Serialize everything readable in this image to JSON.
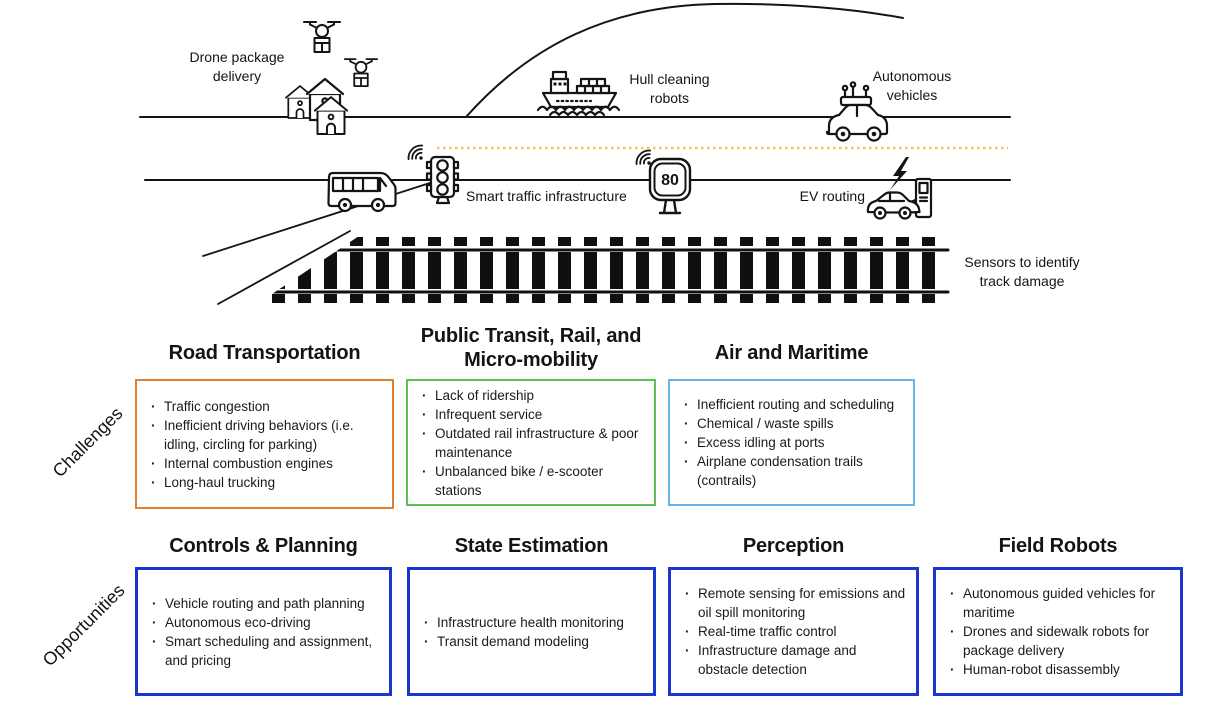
{
  "illustration": {
    "labels": {
      "drone_delivery": "Drone package delivery",
      "hull_cleaning": "Hull cleaning robots",
      "autonomous_vehicles": "Autonomous vehicles",
      "smart_traffic": "Smart traffic infrastructure",
      "speed_limit": "80",
      "ev_routing": "EV routing",
      "track_sensors": "Sensors to identify track damage"
    },
    "colors": {
      "line_ink": "#141414",
      "dotted_lane": "#EAC75D"
    }
  },
  "challenges": {
    "section_label": "Challenges",
    "columns": [
      {
        "title": "Road Transportation",
        "border_color": "#E0812D",
        "items": [
          "Traffic congestion",
          "Inefficient driving behaviors (i.e. idling, circling for parking)",
          "Internal combustion engines",
          "Long-haul trucking"
        ]
      },
      {
        "title": "Public Transit, Rail, and Micro-mobility",
        "border_color": "#5CC053",
        "items": [
          "Lack of ridership",
          "Infrequent service",
          "Outdated rail infrastructure & poor maintenance",
          "Unbalanced bike / e-scooter stations"
        ]
      },
      {
        "title": "Air and Maritime",
        "border_color": "#66B5E6",
        "items": [
          "Inefficient routing and scheduling",
          "Chemical / waste spills",
          "Excess idling at ports",
          "Airplane condensation trails (contrails)"
        ]
      }
    ]
  },
  "opportunities": {
    "section_label": "Opportunities",
    "columns": [
      {
        "title": "Controls & Planning",
        "border_color": "#1E34CE",
        "items": [
          "Vehicle routing and path planning",
          "Autonomous eco-driving",
          "Smart scheduling and assignment, and pricing"
        ]
      },
      {
        "title": "State Estimation",
        "border_color": "#1E34CE",
        "items": [
          "Infrastructure health monitoring",
          "Transit demand modeling"
        ]
      },
      {
        "title": "Perception",
        "border_color": "#1E34CE",
        "items": [
          "Remote sensing for emissions and oil spill monitoring",
          "Real-time traffic control",
          "Infrastructure damage and obstacle detection"
        ]
      },
      {
        "title": "Field Robots",
        "border_color": "#1E34CE",
        "items": [
          "Autonomous guided vehicles for maritime",
          "Drones and sidewalk robots for package delivery",
          "Human-robot disassembly"
        ]
      }
    ]
  }
}
